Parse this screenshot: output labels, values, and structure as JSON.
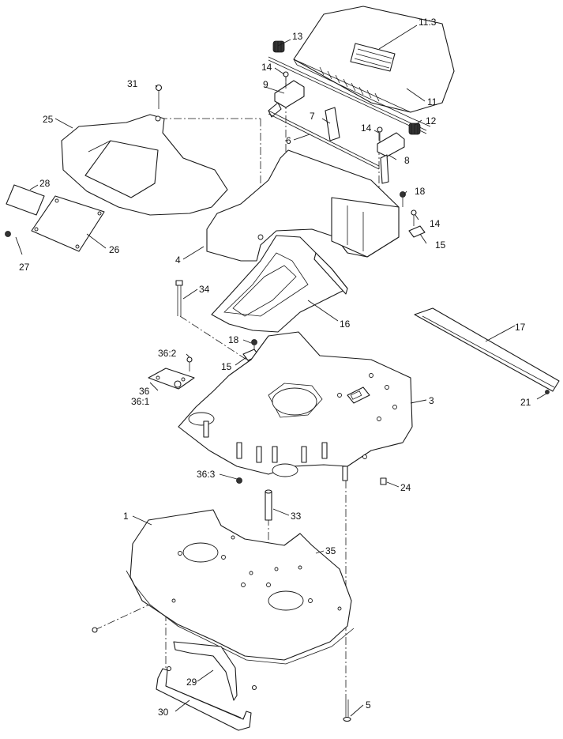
{
  "callouts": {
    "c1": "1",
    "c3": "3",
    "c4": "4",
    "c5": "5",
    "c6": "6",
    "c7": "7",
    "c8": "8",
    "c9": "9",
    "c11": "11",
    "c11_3": "11:3",
    "c12": "12",
    "c13": "13",
    "c14a": "14",
    "c14b": "14",
    "c14c": "14",
    "c15a": "15",
    "c15b": "15",
    "c16": "16",
    "c17": "17",
    "c18a": "18",
    "c18b": "18",
    "c21": "21",
    "c24": "24",
    "c25": "25",
    "c26": "26",
    "c27": "27",
    "c28": "28",
    "c29": "29",
    "c30": "30",
    "c31": "31",
    "c33": "33",
    "c34": "34",
    "c35": "35",
    "c36": "36",
    "c36_1": "36:1",
    "c36_2": "36:2",
    "c36_3": "36:3"
  }
}
